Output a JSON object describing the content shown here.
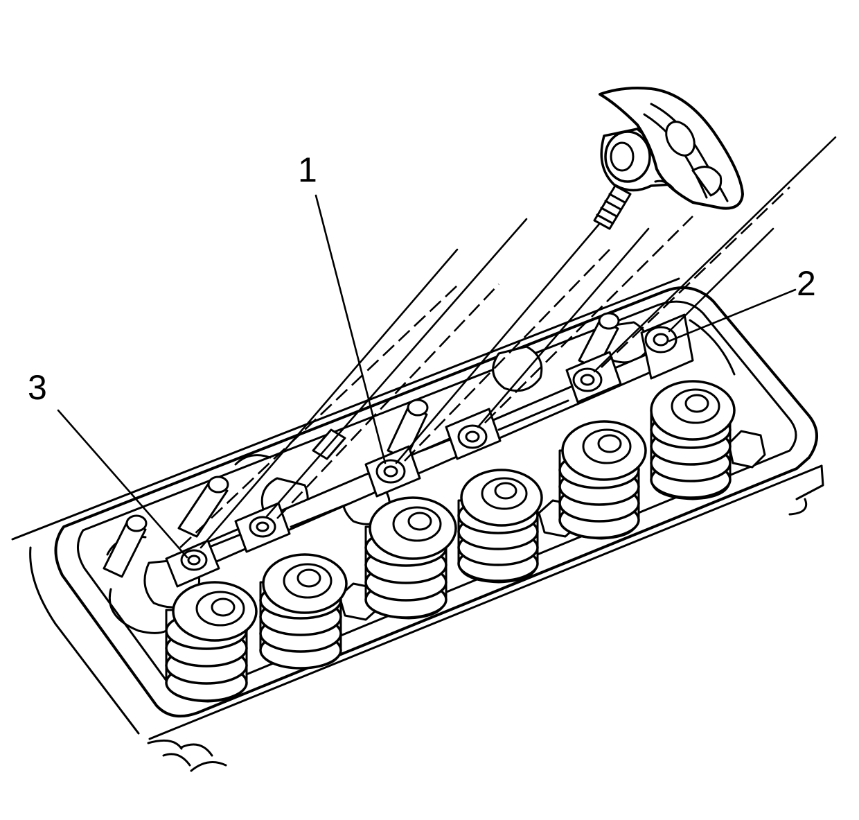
{
  "diagram": {
    "callouts": [
      {
        "id": "1",
        "label": "1"
      },
      {
        "id": "2",
        "label": "2"
      },
      {
        "id": "3",
        "label": "3"
      }
    ],
    "parts": {
      "rocker_arm": "rocker-arm",
      "rocker_nuts": "rocker-arm-nut",
      "valve_springs": "valve-spring",
      "pushrods": "pushrod",
      "cylinder_head": "cylinder-head"
    }
  }
}
